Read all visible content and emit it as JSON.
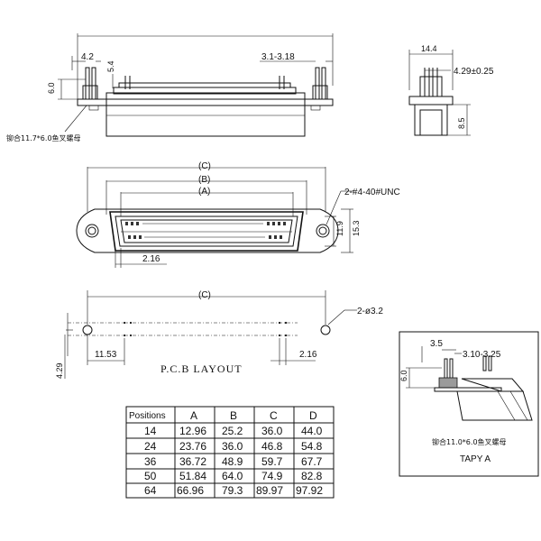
{
  "top_view": {
    "dim_42": "4.2",
    "dim_54": "5.4",
    "dim_31_318": "3.1-3.18",
    "dim_60": "6.0",
    "nut_note": "铆合11.7*6.0鱼叉螺母"
  },
  "side_view": {
    "dim_144": "14.4",
    "dim_429": "4.29±0.25",
    "dim_85": "8.5"
  },
  "front_view": {
    "dim_C": "(C)",
    "dim_B": "(B)",
    "dim_A": "(A)",
    "thread_note": "2-#4-40#UNC",
    "dim_119": "11.9",
    "dim_153": "15.3",
    "dim_216": "2.16"
  },
  "pcb_layout": {
    "dim_C": "(C)",
    "hole_note": "2-ø3.2",
    "dim_1153": "11.53",
    "dim_216": "2.16",
    "dim_429": "4.29",
    "title": "P.C.B LAYOUT"
  },
  "table": {
    "headers": [
      "Positions",
      "A",
      "B",
      "C",
      "D"
    ],
    "rows": [
      [
        "14",
        "12.96",
        "25.2",
        "36.0",
        "44.0"
      ],
      [
        "24",
        "23.76",
        "36.0",
        "46.8",
        "54.8"
      ],
      [
        "36",
        "36.72",
        "48.9",
        "59.7",
        "67.7"
      ],
      [
        "50",
        "51.84",
        "64.0",
        "74.9",
        "82.8"
      ],
      [
        "64",
        "66.96",
        "79.3",
        "89.97",
        "97.92"
      ]
    ]
  },
  "tapy_a": {
    "dim_35": "3.5",
    "dim_310_325": "3.10-3.25",
    "dim_60": "6.0",
    "nut_note": "铆合11.0*6.0鱼叉螺母",
    "title": "TAPY A"
  }
}
